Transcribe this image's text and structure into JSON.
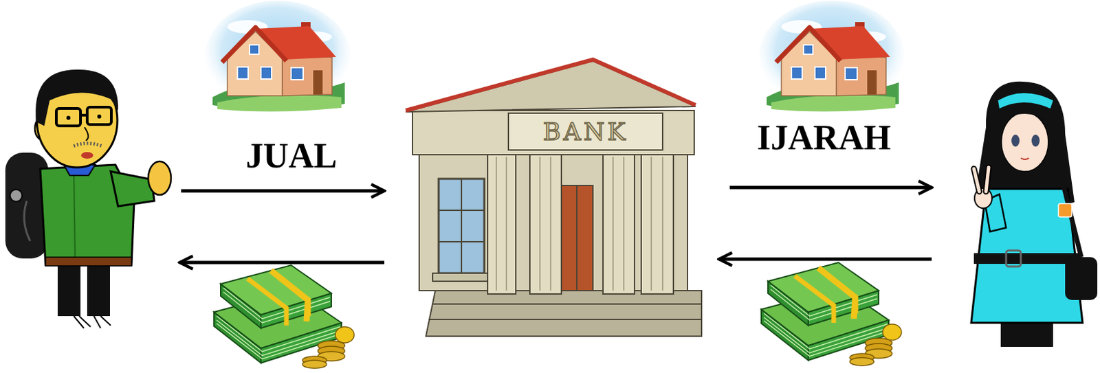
{
  "diagram": {
    "nodes": [
      {
        "text": []
      },
      {
        "text": [
          "BANK"
        ]
      },
      {
        "text": []
      }
    ],
    "edges": [
      {
        "from": 0,
        "to": 1,
        "arrow": "to",
        "label": "JUAL"
      },
      {
        "from": 1,
        "to": 0,
        "arrow": "to"
      },
      {
        "from": 1,
        "to": 2,
        "arrow": "to",
        "label": "IJARAH"
      },
      {
        "from": 2,
        "to": 1,
        "arrow": "to"
      }
    ]
  }
}
